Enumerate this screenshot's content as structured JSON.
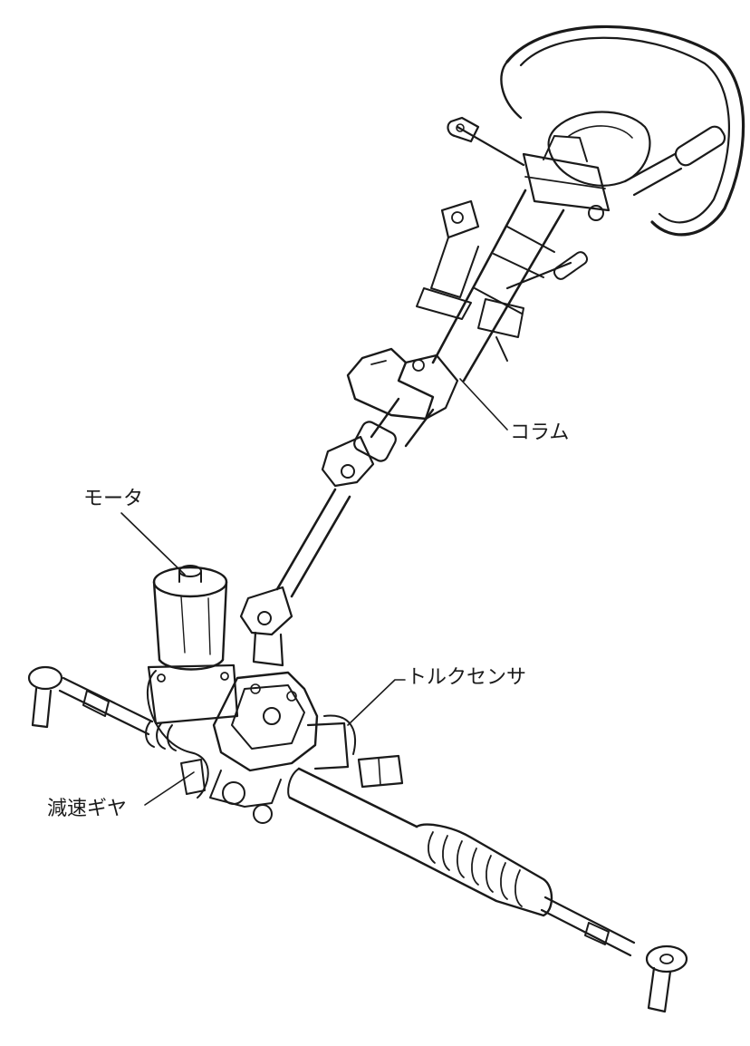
{
  "labels": {
    "column": "コラム",
    "motor": "モータ",
    "torque_sensor": "トルクセンサ",
    "reduction_gear": "減速ギヤ"
  },
  "colors": {
    "ink": "#1a1a1a",
    "background": "#ffffff"
  }
}
